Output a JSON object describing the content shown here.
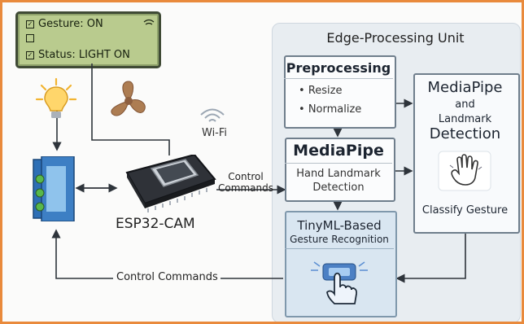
{
  "lcd": {
    "line1": "Gesture: ON",
    "line2": "",
    "line3": "Status: LIGHT ON"
  },
  "edge": {
    "title": "Edge-Processing Unit"
  },
  "preprocessing": {
    "title": "Preprocessing",
    "item1": "Resize",
    "item2": "Normalize"
  },
  "mediapipe_center": {
    "title": "MediaPipe",
    "sub1": "Hand Landmark",
    "sub2": "Detection"
  },
  "tinyml": {
    "title1": "TinyML-Based",
    "title2": "Gesture Recognition"
  },
  "mediapipe_right": {
    "title": "MediaPipe",
    "and": "and",
    "sub1": "Landmark",
    "sub2": "Detection",
    "classify": "Classify Gesture"
  },
  "labels": {
    "wifi": "Wi-Fi",
    "control1": "Control",
    "control2": "Commands",
    "esp": "ESP32-CAM",
    "bottom_control": "Control Commands"
  },
  "colors": {
    "border": "#e98a3c",
    "lcd": "#b9cb8e",
    "panel": "#e8edf1",
    "relay": "#2d6fb5",
    "blue_box": "#d9e6f1"
  },
  "icons": [
    "checkbox-icon",
    "wifi-icon",
    "bulb-icon",
    "fan-icon",
    "relay-icon",
    "chip-icon",
    "hand-icon",
    "touch-icon"
  ]
}
